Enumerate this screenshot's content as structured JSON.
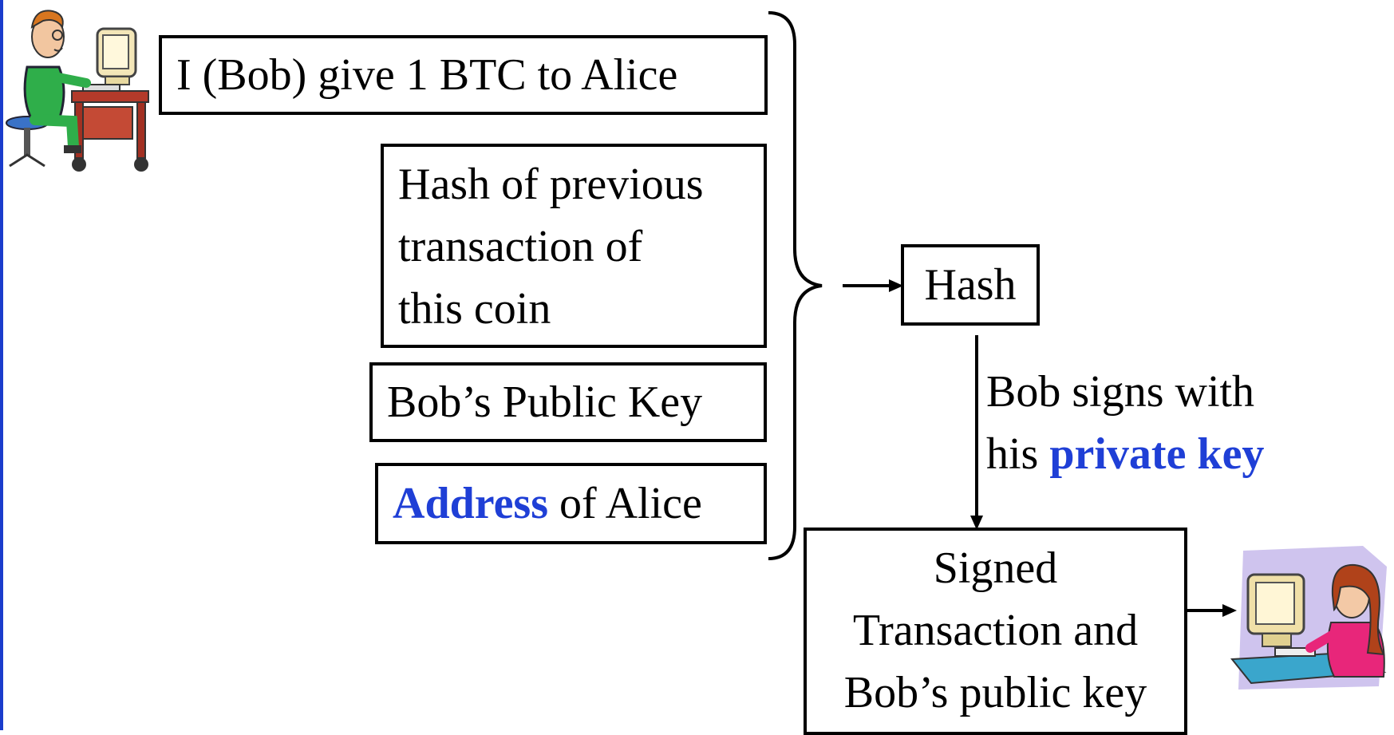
{
  "boxes": {
    "bob_gives": "I (Bob) give 1 BTC to Alice",
    "prev_hash": [
      "Hash of previous",
      "transaction of",
      "this coin"
    ],
    "bob_pubkey": "Bob’s Public Key",
    "alice_address": {
      "strong": "Address",
      "rest": " of Alice"
    },
    "hash": "Hash",
    "signed": [
      "Signed",
      "Transaction and",
      "Bob’s public key"
    ]
  },
  "signing_label": {
    "line1": "Bob signs with",
    "line2_prefix": "his ",
    "line2_strong": "private key"
  },
  "colors": {
    "accent": "#1f3fd6",
    "rule": "#1a3ccc"
  },
  "icons": [
    "bob-at-computer-icon",
    "alice-at-computer-icon"
  ]
}
